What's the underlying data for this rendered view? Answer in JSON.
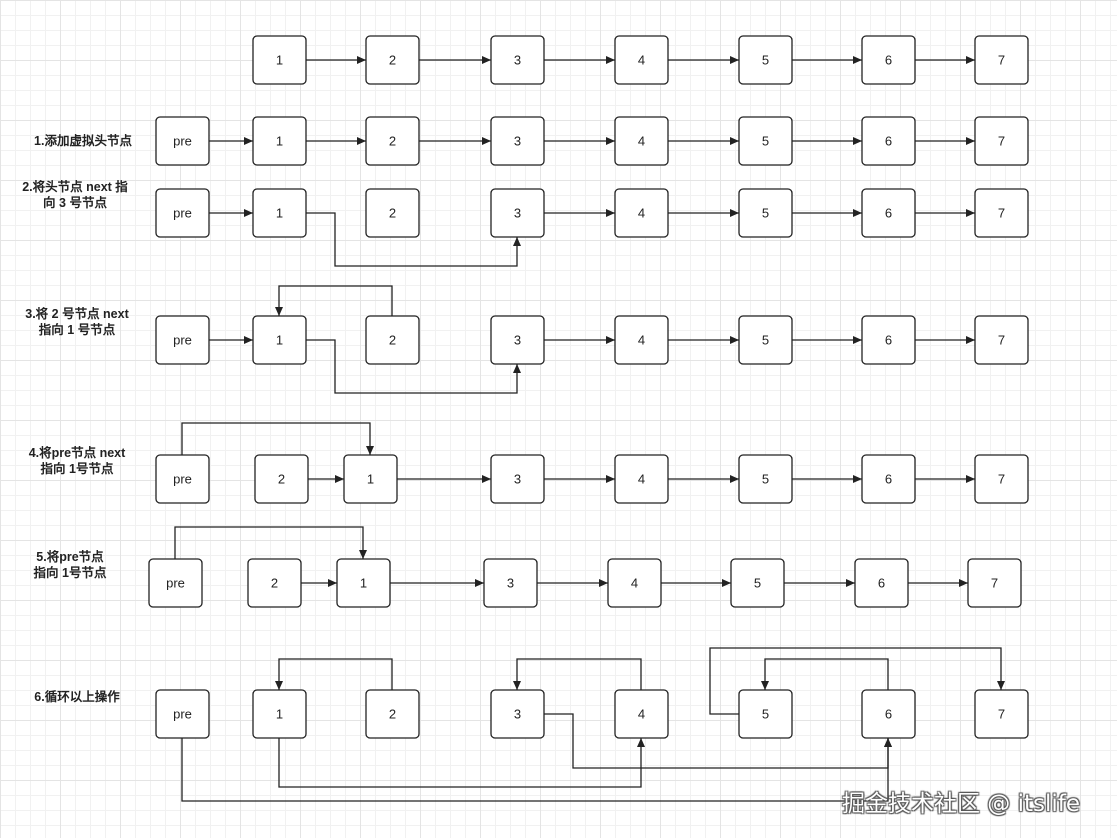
{
  "rows": [
    {
      "label": "",
      "nodes": [
        "1",
        "2",
        "3",
        "4",
        "5",
        "6",
        "7"
      ]
    },
    {
      "label": "1.添加虚拟头节点",
      "nodes": [
        "pre",
        "1",
        "2",
        "3",
        "4",
        "5",
        "6",
        "7"
      ]
    },
    {
      "label": "2.将头节点 next 指向 3 号节点",
      "label_lines": [
        "2.将头节点 next 指",
        "向 3 号节点"
      ],
      "nodes": [
        "pre",
        "1",
        "2",
        "3",
        "4",
        "5",
        "6",
        "7"
      ]
    },
    {
      "label": "3.将 2 号节点 next 指向 1 号节点",
      "label_lines": [
        "3.将 2 号节点 next",
        "指向 1 号节点"
      ],
      "nodes": [
        "pre",
        "1",
        "2",
        "3",
        "4",
        "5",
        "6",
        "7"
      ]
    },
    {
      "label": "4.将pre节点 next 指向 1号节点",
      "label_lines": [
        "4.将pre节点 next",
        "指向 1号节点"
      ],
      "nodes": [
        "pre",
        "2",
        "1",
        "3",
        "4",
        "5",
        "6",
        "7"
      ]
    },
    {
      "label": "5.将pre节点 指向 1号节点",
      "label_lines": [
        "5.将pre节点",
        "指向 1号节点"
      ],
      "nodes": [
        "pre",
        "2",
        "1",
        "3",
        "4",
        "5",
        "6",
        "7"
      ]
    },
    {
      "label": "6.循环以上操作",
      "nodes": [
        "pre",
        "1",
        "2",
        "3",
        "4",
        "5",
        "6",
        "7"
      ]
    }
  ],
  "watermark": "掘金技术社区 @ itslife",
  "colors": {
    "stroke": "#222222",
    "node_fill": "#ffffff"
  }
}
